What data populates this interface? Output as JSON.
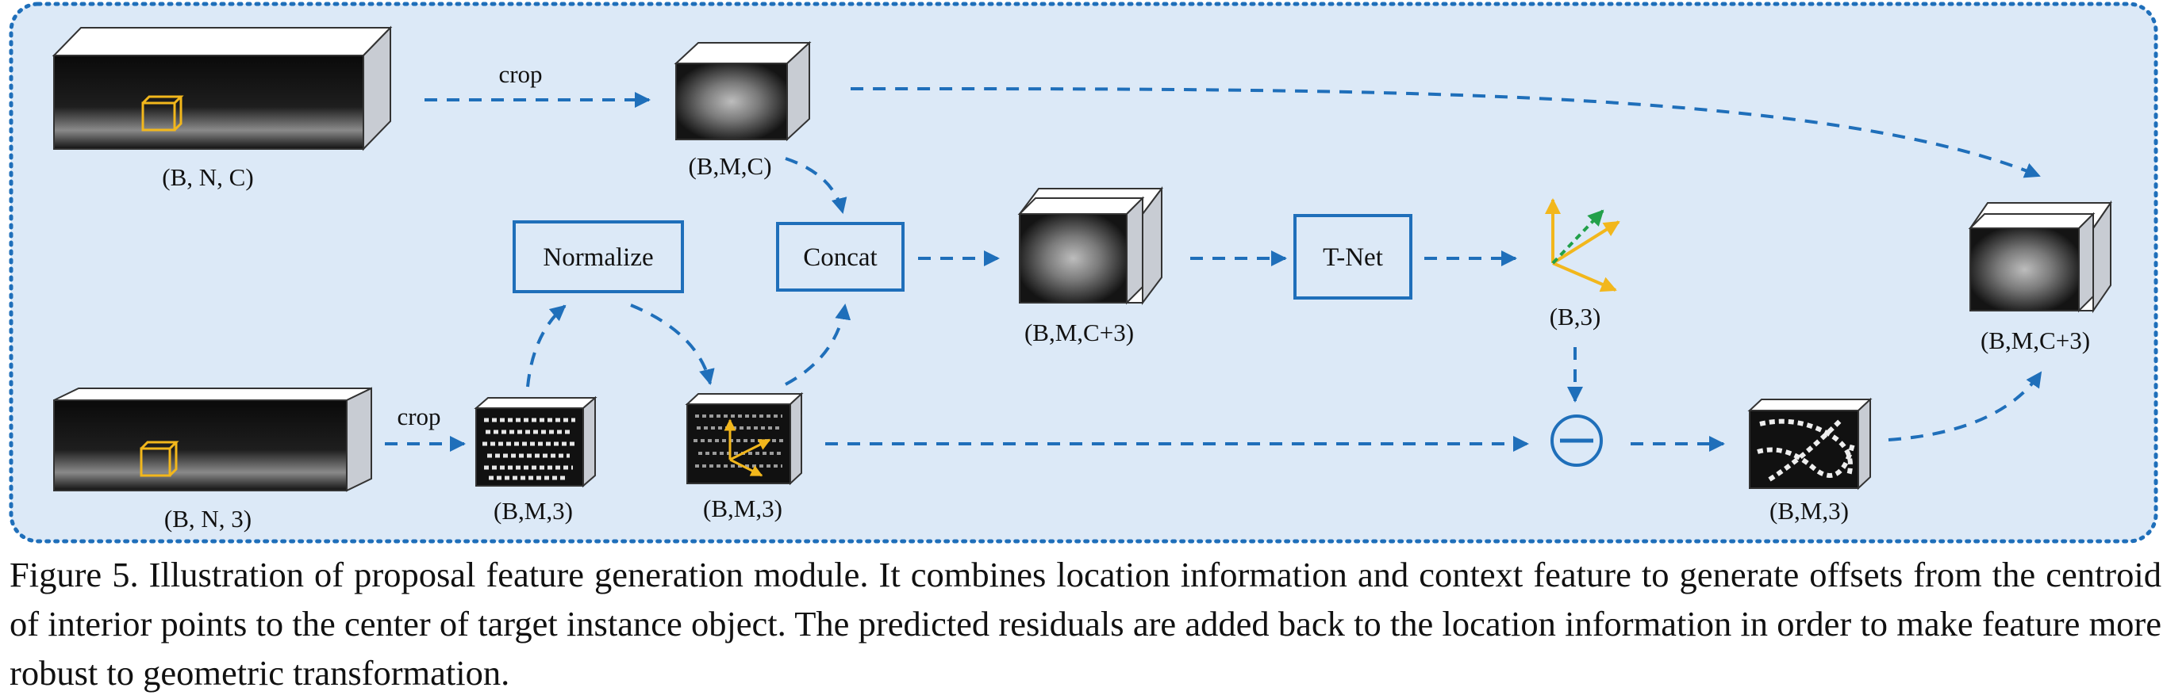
{
  "diagram": {
    "labels": {
      "crop_top": "crop",
      "crop_bottom": "crop",
      "normalize": "Normalize",
      "concat": "Concat",
      "tnet": "T-Net"
    },
    "dims": {
      "scene_feature": "(B, N, C)",
      "scene_points": "(B, N, 3)",
      "cropped_feature": "(B,M,C)",
      "cropped_points": "(B,M,3)",
      "normalized_points": "(B,M,3)",
      "concat_feature": "(B,M,C+3)",
      "offset": "(B,3)",
      "shifted_points": "(B,M,3)",
      "output_feature": "(B,M,C+3)"
    },
    "colors": {
      "frame_fill": "#dce9f7",
      "accent": "#1f6fba",
      "axis_yellow": "#f2b71c",
      "axis_green": "#22a04a"
    }
  },
  "caption": "Figure 5. Illustration of proposal feature generation module. It combines location information and context feature to generate offsets from the centroid of interior points to the center of target instance object. The predicted residuals are added back to the location information in order to make feature more robust to geometric transformation."
}
